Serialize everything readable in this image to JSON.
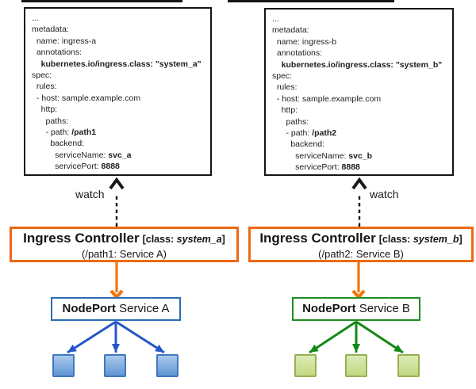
{
  "watch_label": "watch",
  "colors": {
    "orange": "#ed6a12",
    "orange_arrow": "#f1750f",
    "blue_border": "#2b6cb8",
    "blue_arrow": "#2456c8",
    "blue_sq_border": "#4177bd",
    "blue_sq_top": "#a9c9ec",
    "blue_sq_bottom": "#5f96d2",
    "green_border": "#1e8e22",
    "green_arrow": "#148814",
    "green_sq_border": "#97b054",
    "green_sq_top": "#ddebb5",
    "green_sq_bottom": "#c3d883"
  },
  "columns": [
    {
      "id": "a",
      "yaml": [
        [
          {
            "t": "...",
            "b": false
          }
        ],
        [
          {
            "t": "metadata:",
            "b": false
          }
        ],
        [
          {
            "t": "  name: ingress-a",
            "b": false
          }
        ],
        [
          {
            "t": "  annotations:",
            "b": false
          }
        ],
        [
          {
            "t": "    ",
            "b": false
          },
          {
            "t": "kubernetes.io/ingress.class: \"system_a\"",
            "b": true
          }
        ],
        [
          {
            "t": "spec:",
            "b": false
          }
        ],
        [
          {
            "t": "  rules:",
            "b": false
          }
        ],
        [
          {
            "t": "  - host: sample.example.com",
            "b": false
          }
        ],
        [
          {
            "t": "    http:",
            "b": false
          }
        ],
        [
          {
            "t": "      paths:",
            "b": false
          }
        ],
        [
          {
            "t": "      - path: ",
            "b": false
          },
          {
            "t": "/path1",
            "b": true
          }
        ],
        [
          {
            "t": "        backend:",
            "b": false
          }
        ],
        [
          {
            "t": "          serviceName: ",
            "b": false
          },
          {
            "t": "svc_a",
            "b": true
          }
        ],
        [
          {
            "t": "          servicePort: ",
            "b": false
          },
          {
            "t": "8888",
            "b": true
          }
        ]
      ],
      "controller": {
        "title": "Ingress Controller",
        "class_prefix": "[class: ",
        "class_name": "system_a",
        "class_suffix": "]",
        "subtitle": "(/path1: Service A)"
      },
      "nodeport": {
        "bold": "NodePort",
        "rest": " Service A"
      }
    },
    {
      "id": "b",
      "yaml": [
        [
          {
            "t": "...",
            "b": false
          }
        ],
        [
          {
            "t": "metadata:",
            "b": false
          }
        ],
        [
          {
            "t": "  name: ingress-b",
            "b": false
          }
        ],
        [
          {
            "t": "  annotations:",
            "b": false
          }
        ],
        [
          {
            "t": "    ",
            "b": false
          },
          {
            "t": "kubernetes.io/ingress.class: \"system_b\"",
            "b": true
          }
        ],
        [
          {
            "t": "spec:",
            "b": false
          }
        ],
        [
          {
            "t": "  rules:",
            "b": false
          }
        ],
        [
          {
            "t": "  - host: sample.example.com",
            "b": false
          }
        ],
        [
          {
            "t": "    http:",
            "b": false
          }
        ],
        [
          {
            "t": "      paths:",
            "b": false
          }
        ],
        [
          {
            "t": "      - path: ",
            "b": false
          },
          {
            "t": "/path2",
            "b": true
          }
        ],
        [
          {
            "t": "        backend:",
            "b": false
          }
        ],
        [
          {
            "t": "          serviceName: ",
            "b": false
          },
          {
            "t": "svc_b",
            "b": true
          }
        ],
        [
          {
            "t": "          servicePort: ",
            "b": false
          },
          {
            "t": "8888",
            "b": true
          }
        ]
      ],
      "controller": {
        "title": "Ingress Controller",
        "class_prefix": "[class: ",
        "class_name": "system_b",
        "class_suffix": "]",
        "subtitle": "(/path2: Service B)"
      },
      "nodeport": {
        "bold": "NodePort",
        "rest": " Service B"
      }
    }
  ]
}
